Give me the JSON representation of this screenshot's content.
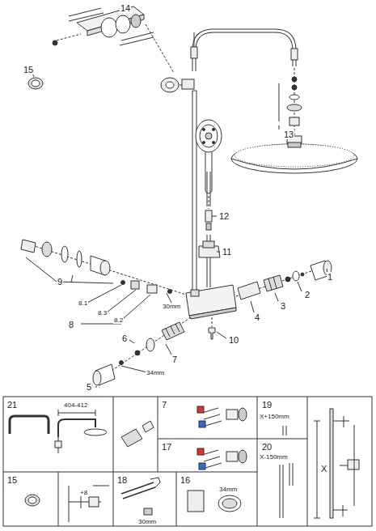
{
  "diagram": {
    "labels": [
      "14",
      "15",
      "13",
      "12",
      "11",
      "1",
      "2",
      "3",
      "4",
      "9",
      "8.1",
      "8.3",
      "8.2",
      "8",
      "30mm",
      "10",
      "6",
      "7",
      "5",
      "34mm",
      "21",
      "404-412",
      "7",
      "17",
      "19",
      "X+150mm",
      "20",
      "X-150mm",
      "X",
      "15",
      "+8",
      "18",
      "16",
      "30mm",
      "34mm"
    ]
  }
}
